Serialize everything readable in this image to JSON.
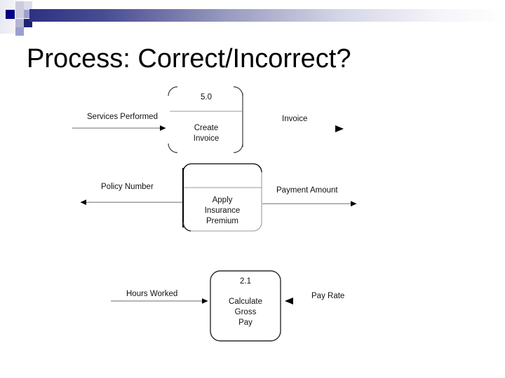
{
  "slide": {
    "title": "Process: Correct/Incorrect?",
    "accent_color": "#2e3182",
    "background_color": "#ffffff"
  },
  "header": {
    "decor_squares": [
      {
        "name": "square-navy-dark",
        "color": "#000080"
      },
      {
        "name": "square-navy",
        "color": "#1f2272"
      },
      {
        "name": "square-lavender-light",
        "color": "#ccccdf"
      },
      {
        "name": "square-lavender-mid",
        "color": "#b3b4d3"
      },
      {
        "name": "square-lavender-soft",
        "color": "#dcdceb"
      },
      {
        "name": "square-periwinkle",
        "color": "#9c9fce"
      }
    ],
    "gradient_from": "#2e3182",
    "gradient_to": "#ffffff"
  },
  "diagram": {
    "type": "data-flow-diagram",
    "processes": [
      {
        "id": "process-create-invoice",
        "number": "5.0",
        "name": "Create\nInvoice",
        "name_lines": [
          "Create",
          "Invoice"
        ],
        "has_number": true,
        "has_divider": true,
        "border_style": "broken-corners",
        "flows": [
          {
            "label": "Services Performed",
            "direction": "in",
            "side": "left",
            "has_line": true
          },
          {
            "label": "Invoice",
            "direction": "out",
            "side": "right",
            "has_line": false
          }
        ]
      },
      {
        "id": "process-apply-insurance-premium",
        "number": "",
        "name": "Apply\nInsurance\nPremium",
        "name_lines": [
          "Apply",
          "Insurance",
          "Premium"
        ],
        "has_number": false,
        "has_divider": true,
        "border_style": "partial-open",
        "flows": [
          {
            "label": "Policy Number",
            "direction": "out",
            "side": "left",
            "has_line": true
          },
          {
            "label": "Payment Amount",
            "direction": "out",
            "side": "right",
            "has_line": true
          }
        ]
      },
      {
        "id": "process-calculate-gross-pay",
        "number": "2.1",
        "name": "Calculate\nGross\nPay",
        "name_lines": [
          "Calculate",
          "Gross",
          "Pay"
        ],
        "has_number": true,
        "has_divider": false,
        "border_style": "rounded-complete",
        "flows": [
          {
            "label": "Hours Worked",
            "direction": "in",
            "side": "left",
            "has_line": true
          },
          {
            "label": "Pay Rate",
            "direction": "in",
            "side": "right",
            "has_line": false
          }
        ]
      }
    ]
  }
}
